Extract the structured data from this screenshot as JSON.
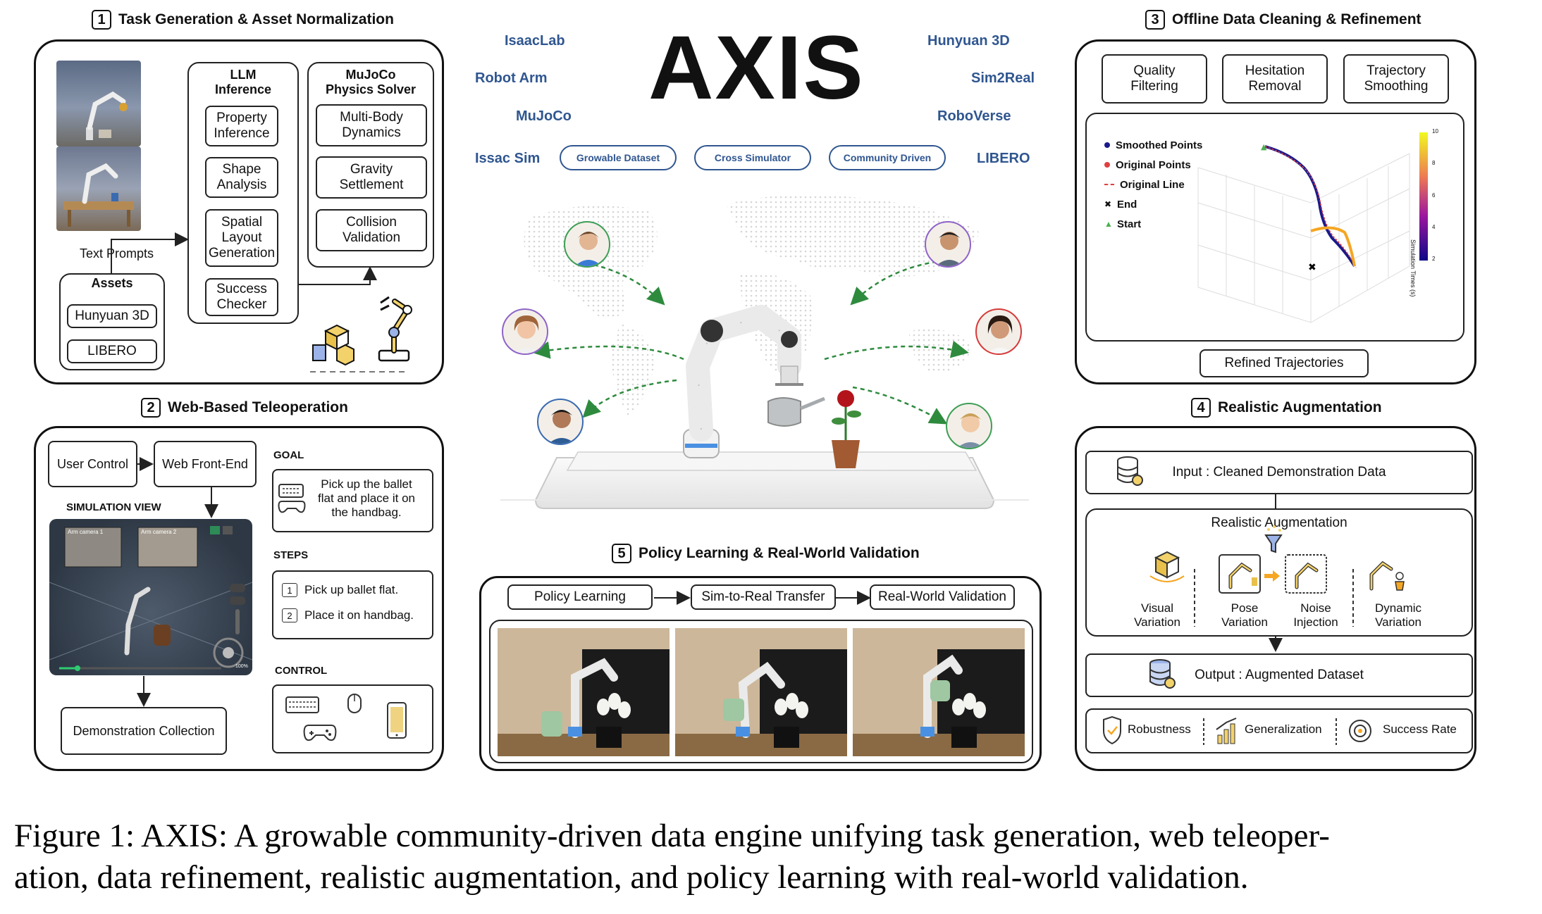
{
  "sections": {
    "s1": {
      "num": "1",
      "title": "Task Generation & Asset Normalization"
    },
    "s2": {
      "num": "2",
      "title": "Web-Based Teleoperation"
    },
    "s3": {
      "num": "3",
      "title": "Offline Data Cleaning & Refinement"
    },
    "s4": {
      "num": "4",
      "title": "Realistic Augmentation"
    },
    "s5": {
      "num": "5",
      "title": "Policy Learning & Real-World Validation"
    }
  },
  "panel1": {
    "llm_title": "LLM\nInference",
    "llm_items": [
      "Property\nInference",
      "Shape\nAnalysis",
      "Spatial\nLayout\nGeneration",
      "Success\nChecker"
    ],
    "mujoco_title": "MuJoCo\nPhysics Solver",
    "mujoco_items": [
      "Multi-Body\nDynamics",
      "Gravity\nSettlement",
      "Collision\nValidation"
    ],
    "text_prompts": "Text Prompts",
    "assets_title": "Assets",
    "assets_items": [
      "Hunyuan 3D",
      "LIBERO"
    ]
  },
  "panel2": {
    "user_control": "User Control",
    "web_frontend": "Web Front-End",
    "sim_view": "SIMULATION VIEW",
    "cam1": "Arm camera 1",
    "cam2": "Arm camera 2",
    "zoom": "100%",
    "demo_collection": "Demonstration Collection",
    "goal_label": "GOAL",
    "goal_text": "Pick up the ballet\nflat and place it on\nthe handbag.",
    "steps_label": "STEPS",
    "steps": [
      {
        "n": "1",
        "text": "Pick up ballet flat."
      },
      {
        "n": "2",
        "text": "Place it on handbag."
      }
    ],
    "control_label": "CONTROL"
  },
  "center": {
    "title": "AXIS",
    "keywords_left": [
      "IsaacLab",
      "Robot Arm",
      "MuJoCo",
      "Issac Sim"
    ],
    "keywords_right": [
      "Hunyuan 3D",
      "Sim2Real",
      "RoboVerse",
      "LIBERO"
    ],
    "pills": [
      "Growable Dataset",
      "Cross Simulator",
      "Community Driven"
    ]
  },
  "panel3": {
    "buttons": [
      "Quality\nFiltering",
      "Hesitation\nRemoval",
      "Trajectory\nSmoothing"
    ],
    "legend": [
      "Smoothed Points",
      "Original Points",
      "Original Line",
      "End",
      "Start"
    ],
    "colorbar_label": "Simulation Times (s)",
    "colorbar_ticks": [
      "10",
      "8",
      "6",
      "4",
      "2"
    ],
    "refined": "Refined Trajectories",
    "colors": {
      "smoothed": "#1a1a8c",
      "original": "#e04040",
      "start": "#4caf50"
    }
  },
  "panel4": {
    "input": "Input : Cleaned Demonstration Data",
    "aug_title": "Realistic Augmentation",
    "variations": [
      "Visual\nVariation",
      "Pose\nVariation",
      "Noise\nInjection",
      "Dynamic\nVariation"
    ],
    "output": "Output : Augmented Dataset",
    "metrics": [
      "Robustness",
      "Generalization",
      "Success Rate"
    ]
  },
  "panel5": {
    "flow": [
      "Policy Learning",
      "Sim-to-Real Transfer",
      "Real-World Validation"
    ]
  },
  "caption": {
    "line1": "Figure 1: AXIS: A growable community-driven data engine unifying task generation, web teleoper-",
    "line2": "ation, data refinement, realistic augmentation, and policy learning with real-world validation."
  }
}
